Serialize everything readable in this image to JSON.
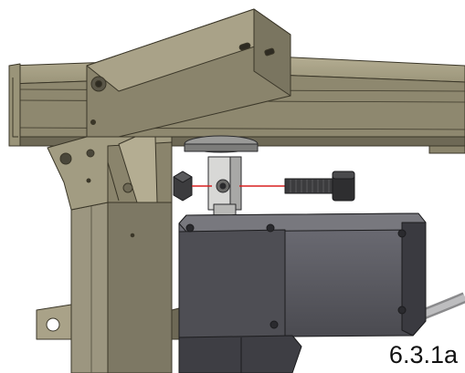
{
  "figure": {
    "label": "6.3.1a"
  },
  "colors": {
    "frame_light": "#aba48a",
    "frame_mid": "#8a846c",
    "frame_dark": "#5e5a48",
    "frame_outline": "#3a3628",
    "actuator_dark": "#45454a",
    "actuator_mid": "#5a5a60",
    "actuator_light": "#707078",
    "bolt": "#3c3c3e",
    "alignment_line": "#d82020",
    "bracket": "#c8c8c6",
    "background": "#ffffff"
  },
  "parts": [
    {
      "name": "frame-rail",
      "icon": "square-tube"
    },
    {
      "name": "diagonal-tube",
      "icon": "square-tube"
    },
    {
      "name": "vertical-post",
      "icon": "square-tube"
    },
    {
      "name": "mounting-bracket",
      "icon": "clevis-bracket"
    },
    {
      "name": "pivot-pin-holder",
      "icon": "clevis"
    },
    {
      "name": "hex-nut",
      "icon": "hex-nut"
    },
    {
      "name": "hex-bolt",
      "icon": "socket-cap-bolt"
    },
    {
      "name": "linear-actuator",
      "icon": "motor-housing"
    }
  ]
}
